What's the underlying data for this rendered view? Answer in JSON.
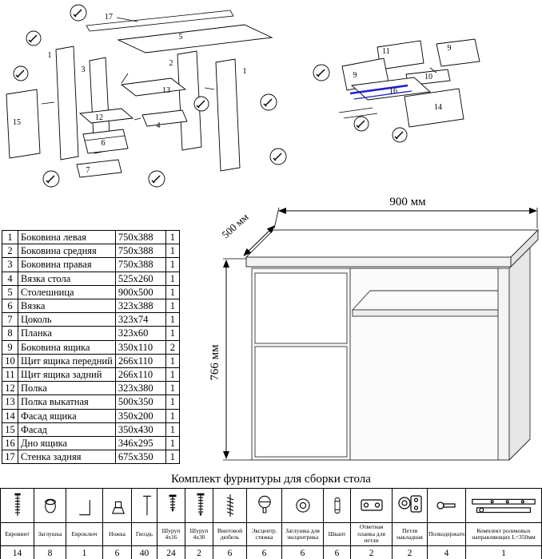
{
  "colors": {
    "rail_highlight": "#2020cc",
    "line": "#000000"
  },
  "dimensions": {
    "width": "900 мм",
    "depth": "500 мм",
    "height": "766 мм"
  },
  "exploded_left": {
    "labels": [
      "17",
      "5",
      "1",
      "3",
      "2",
      "13",
      "12",
      "15",
      "6",
      "7",
      "4",
      "1"
    ]
  },
  "exploded_right": {
    "labels": [
      "11",
      "9",
      "9",
      "10",
      "16",
      "14"
    ]
  },
  "parts_table": {
    "rows": [
      {
        "num": "1",
        "name": "Боковина левая",
        "size": "750x388",
        "qty": "1"
      },
      {
        "num": "2",
        "name": "Боковина средняя",
        "size": "750x388",
        "qty": "1"
      },
      {
        "num": "3",
        "name": "Боковина правая",
        "size": "750x388",
        "qty": "1"
      },
      {
        "num": "4",
        "name": "Вязка стола",
        "size": "525x260",
        "qty": "1"
      },
      {
        "num": "5",
        "name": "Столешница",
        "size": "900x500",
        "qty": "1"
      },
      {
        "num": "6",
        "name": "Вязка",
        "size": "323x388",
        "qty": "1"
      },
      {
        "num": "7",
        "name": "Цоколь",
        "size": "323x74",
        "qty": "1"
      },
      {
        "num": "8",
        "name": "Планка",
        "size": "323x60",
        "qty": "1"
      },
      {
        "num": "9",
        "name": "Боковина ящика",
        "size": "350x110",
        "qty": "2"
      },
      {
        "num": "10",
        "name": "Щит ящика передний",
        "size": "266x110",
        "qty": "1"
      },
      {
        "num": "11",
        "name": "Щит ящика задний",
        "size": "266x110",
        "qty": "1"
      },
      {
        "num": "12",
        "name": "Полка",
        "size": "323x380",
        "qty": "1"
      },
      {
        "num": "13",
        "name": "Полка выкатная",
        "size": "500x350",
        "qty": "1"
      },
      {
        "num": "14",
        "name": "Фасад ящика",
        "size": "350x200",
        "qty": "1"
      },
      {
        "num": "15",
        "name": "Фасад",
        "size": "350x430",
        "qty": "1"
      },
      {
        "num": "16",
        "name": "Дно ящика",
        "size": "346x295",
        "qty": "1"
      },
      {
        "num": "17",
        "name": "Стенка задняя",
        "size": "675x350",
        "qty": "1"
      }
    ]
  },
  "hardware": {
    "title": "Комплект фурнитуры для сборки стола",
    "items": [
      {
        "icon": "euro-screw-icon",
        "name": "Евровинт",
        "qty": "14"
      },
      {
        "icon": "cap-icon",
        "name": "Заглушка",
        "qty": "8"
      },
      {
        "icon": "hex-key-icon",
        "name": "Евроключ",
        "qty": "1"
      },
      {
        "icon": "leg-icon",
        "name": "Ножка",
        "qty": "6"
      },
      {
        "icon": "nail-icon",
        "name": "Гвоздь",
        "qty": "40"
      },
      {
        "icon": "screw-4x16-icon",
        "name": "Шуруп 4х16",
        "qty": "24"
      },
      {
        "icon": "screw-4x30-icon",
        "name": "Шуруп 4х30",
        "qty": "2"
      },
      {
        "icon": "dowel-screw-icon",
        "name": "Винтовой дюбель",
        "qty": "6"
      },
      {
        "icon": "cam-lock-icon",
        "name": "Эксцентр. стяжка",
        "qty": "6"
      },
      {
        "icon": "cam-cap-icon",
        "name": "Заглушка для эксцентрика",
        "qty": "6"
      },
      {
        "icon": "wood-dowel-icon",
        "name": "Шкант",
        "qty": "6"
      },
      {
        "icon": "hinge-plate-icon",
        "name": "Ответная планка для петли",
        "qty": "2"
      },
      {
        "icon": "hinge-icon",
        "name": "Петля накладная",
        "qty": "2"
      },
      {
        "icon": "shelf-support-icon",
        "name": "Полкодержатель",
        "qty": "4"
      },
      {
        "icon": "roller-guides-icon",
        "name": "Комплект роликовых направляющих L=350мм",
        "qty": "1"
      }
    ]
  }
}
